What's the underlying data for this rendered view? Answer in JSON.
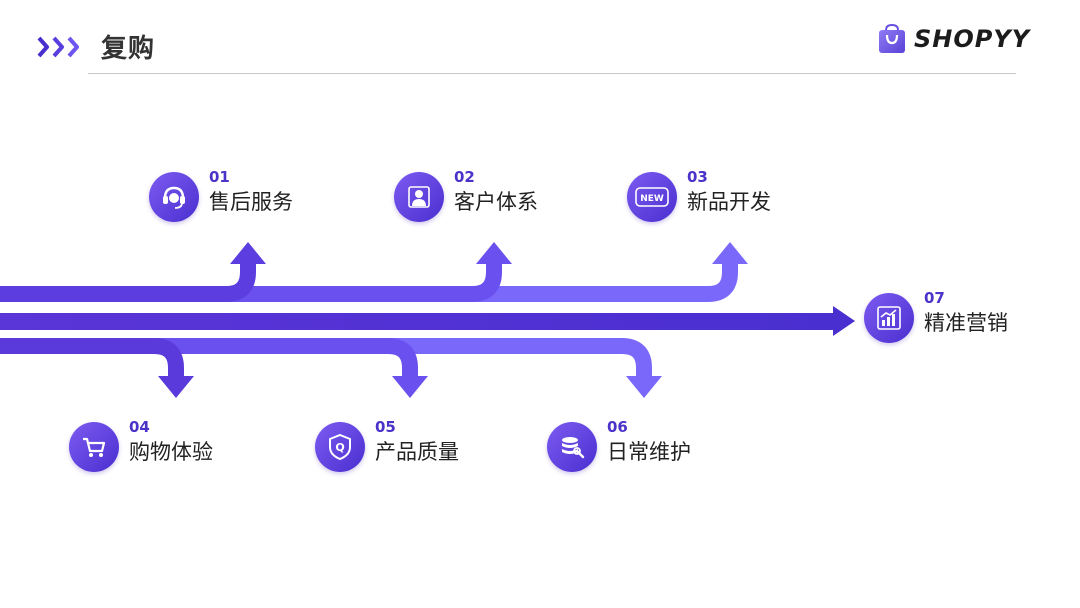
{
  "header": {
    "title": "复购",
    "brand_name": "SHOPYY"
  },
  "colors": {
    "primary": "#4a2fd0",
    "accent_light": "#7c6cff",
    "number": "#4b32c8"
  },
  "nodes": [
    {
      "number": "01",
      "label": "售后服务",
      "icon": "headset-icon"
    },
    {
      "number": "02",
      "label": "客户体系",
      "icon": "user-icon"
    },
    {
      "number": "03",
      "label": "新品开发",
      "icon": "new-badge-icon",
      "icon_text": "NEW"
    },
    {
      "number": "04",
      "label": "购物体验",
      "icon": "cart-icon"
    },
    {
      "number": "05",
      "label": "产品质量",
      "icon": "quality-shield-icon",
      "icon_text": "Q"
    },
    {
      "number": "06",
      "label": "日常维护",
      "icon": "database-wrench-icon"
    },
    {
      "number": "07",
      "label": "精准营销",
      "icon": "growth-chart-icon"
    }
  ]
}
